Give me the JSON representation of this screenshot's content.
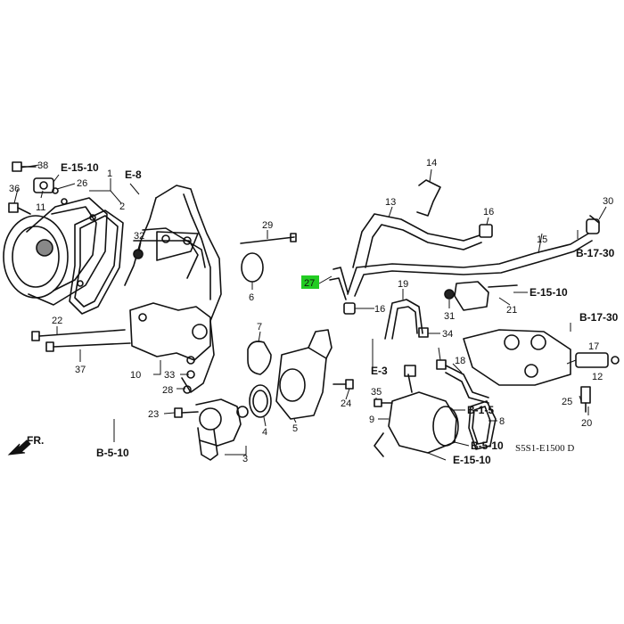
{
  "diagram_code": "S5S1-E1500 D",
  "direction_label": "FR.",
  "highlight_color": "#22cc22",
  "highlighted_part": "27",
  "section_refs": [
    "E-15-10",
    "E-8",
    "B-17-30",
    "E-15-10",
    "B-17-30",
    "E-3",
    "B-1-5",
    "B-5-10",
    "E-15-10",
    "B-5-10"
  ],
  "part_numbers": [
    "38",
    "36",
    "11",
    "26",
    "1",
    "2",
    "32",
    "29",
    "6",
    "7",
    "22",
    "37",
    "10",
    "33",
    "28",
    "23",
    "3",
    "4",
    "5",
    "24",
    "27",
    "13",
    "14",
    "16",
    "15",
    "30",
    "21",
    "31",
    "19",
    "16",
    "34",
    "18",
    "35",
    "9",
    "8",
    "25",
    "20",
    "12",
    "17"
  ]
}
